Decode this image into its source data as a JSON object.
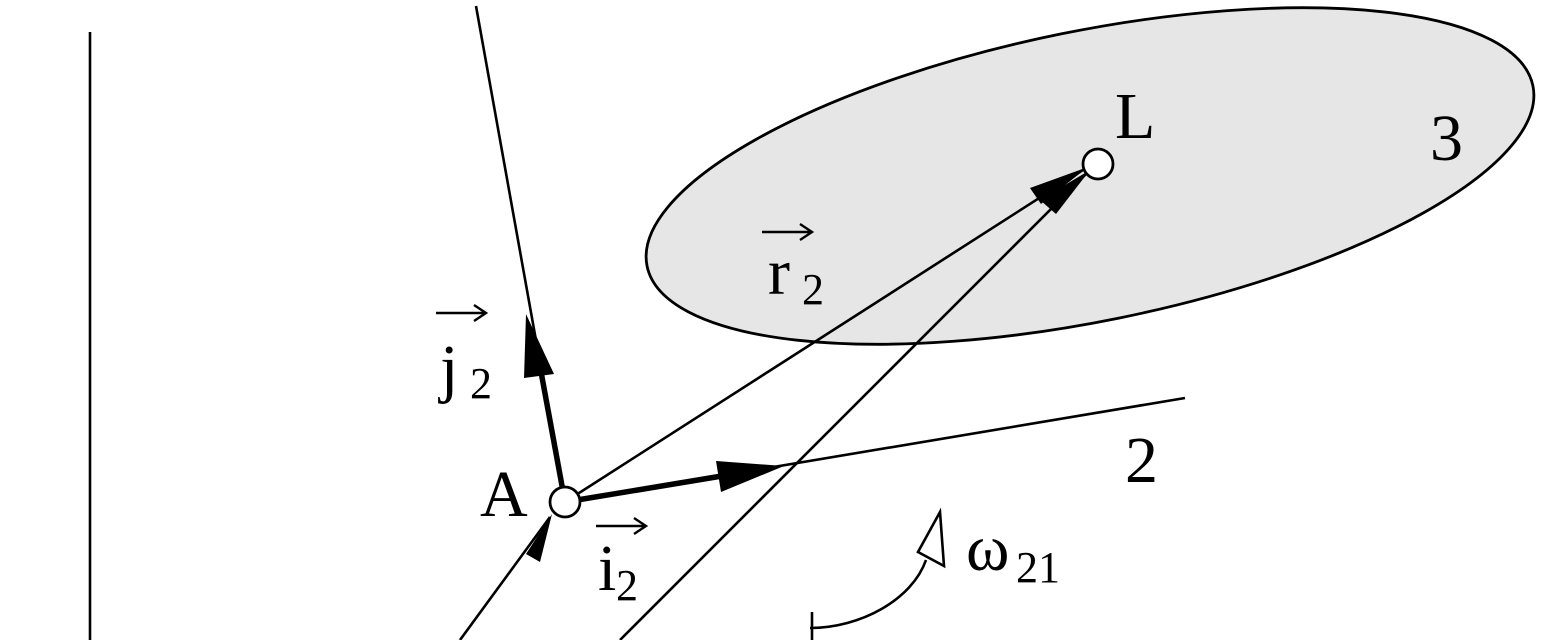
{
  "colors": {
    "ink": "#000000",
    "body_fill": "#e6e6e6",
    "background": "#ffffff"
  },
  "labels": {
    "point_l": "L",
    "point_a": "A",
    "body_3": "3",
    "body_2": "2",
    "vec_r": {
      "base": "r",
      "sub": "2"
    },
    "vec_j": {
      "base": "j",
      "sub": "2"
    },
    "vec_i": {
      "base": "i",
      "sub": "2"
    },
    "omega": {
      "base": "ω",
      "sub": "21"
    }
  }
}
